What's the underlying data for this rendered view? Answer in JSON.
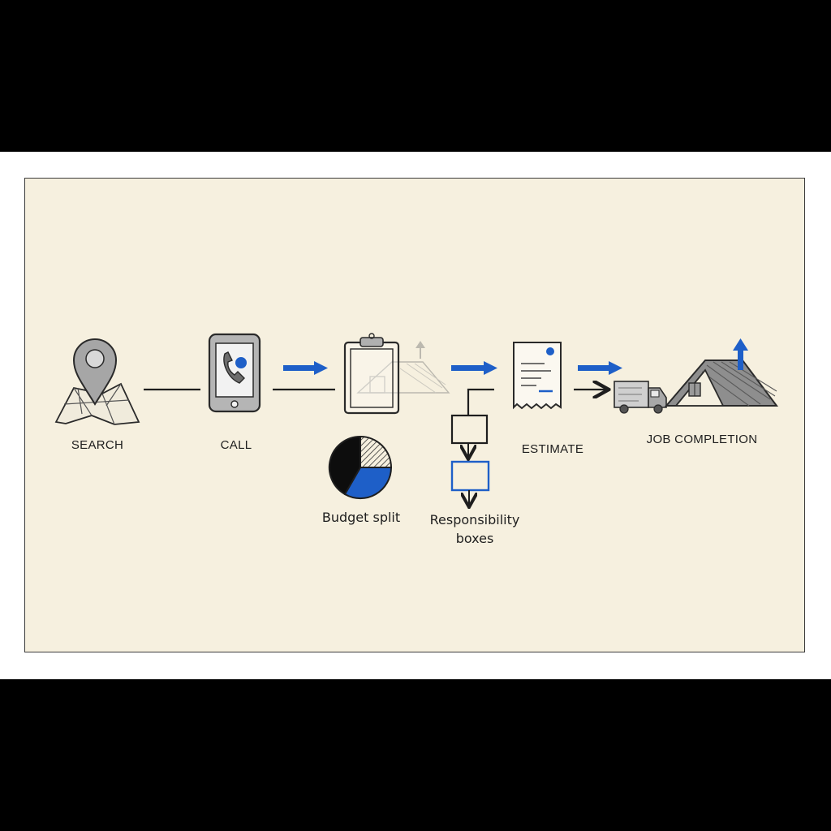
{
  "diagram": {
    "steps": [
      {
        "id": "search",
        "label": "SEARCH",
        "icon": "map-pin-icon"
      },
      {
        "id": "call",
        "label": "CALL",
        "icon": "phone-icon"
      },
      {
        "id": "clipboard",
        "label": "",
        "icon": "clipboard-house-icon"
      },
      {
        "id": "estimate",
        "label": "ESTIMATE",
        "icon": "document-icon"
      },
      {
        "id": "job_completion",
        "label": "JOB COMPLETION",
        "icon": "house-roof-icon"
      }
    ],
    "side_items": {
      "budget_split": {
        "label": "Budget split",
        "icon": "pie-chart-icon"
      },
      "responsibility_boxes": {
        "label_line1": "Responsibility",
        "label_line2": "boxes",
        "icon": "flow-boxes-icon"
      }
    },
    "colors": {
      "accent_blue": "#1e5fc8",
      "ink": "#1e1e1e",
      "paper": "#f6f0df",
      "icon_gray": "#9a9a9a"
    }
  }
}
